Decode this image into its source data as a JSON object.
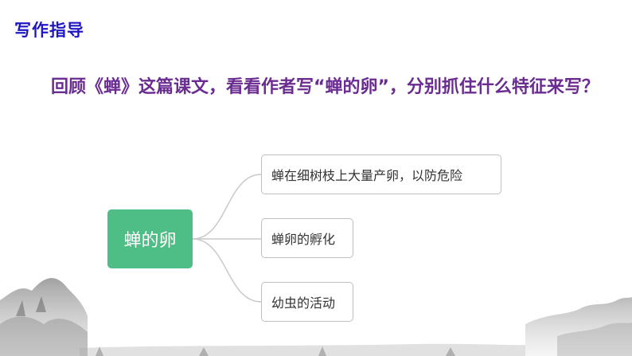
{
  "slide": {
    "section_title": "写作指导",
    "question": "回顾《蝉》这篇课文，看看作者写“蝉的卵”，分别抓住什么特征来写？"
  },
  "mind_map": {
    "center": "蝉的卵",
    "branches": [
      "蝉在细树枝上大量产卵，以防危险",
      "蝉卵的孵化",
      "幼虫的活动"
    ]
  },
  "colors": {
    "title": "#1f17c4",
    "question": "#6a2c91",
    "center_node": "#4fbd86",
    "branch_border": "#bfbfbf"
  }
}
